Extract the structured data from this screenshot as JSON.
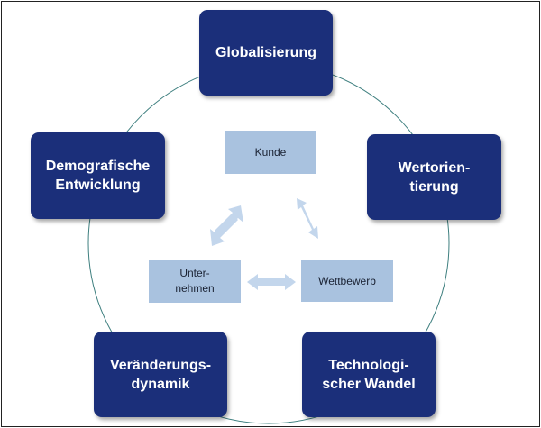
{
  "outer_factors": [
    {
      "id": "globalisierung",
      "lines": [
        "Globalisierung"
      ]
    },
    {
      "id": "wertorientierung",
      "lines": [
        "Wertorien-",
        "tierung"
      ]
    },
    {
      "id": "technologischer-wandel",
      "lines": [
        "Technologi-",
        "scher Wandel"
      ]
    },
    {
      "id": "veraenderungsdynamik",
      "lines": [
        "Veränderungs-",
        "dynamik"
      ]
    },
    {
      "id": "demografische-entwicklung",
      "lines": [
        "Demografische",
        "Entwicklung"
      ]
    }
  ],
  "inner_triangle": {
    "kunde": "Kunde",
    "wettbewerb": "Wettbewerb",
    "unternehmen": [
      "Unter-",
      "nehmen"
    ]
  },
  "colors": {
    "outer_box": "#1b2f7a",
    "inner_box": "#a9c2df",
    "arrow": "#c3d6ec",
    "circle": "#3e7f7f"
  }
}
